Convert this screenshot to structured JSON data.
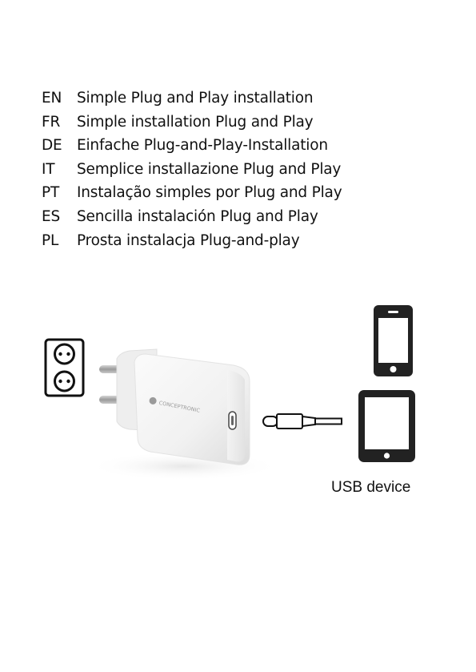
{
  "languages": [
    {
      "code": "EN",
      "text": "Simple Plug and Play installation"
    },
    {
      "code": "FR",
      "text": "Simple installation Plug and Play"
    },
    {
      "code": "DE",
      "text": "Einfache Plug-and-Play-Installation"
    },
    {
      "code": "IT",
      "text": "Semplice installazione Plug and Play"
    },
    {
      "code": "PT",
      "text": "Instalação simples por Plug and Play"
    },
    {
      "code": "ES",
      "text": "Sencilla instalación Plug and Play"
    },
    {
      "code": "PL",
      "text": "Prosta instalacja Plug-and-play"
    }
  ],
  "figure": {
    "brand": "CONCEPTRONIC",
    "device_label": "USB device",
    "icons": [
      "wall-socket-icon",
      "phone-icon",
      "tablet-icon",
      "usb-c-cable-icon"
    ]
  }
}
